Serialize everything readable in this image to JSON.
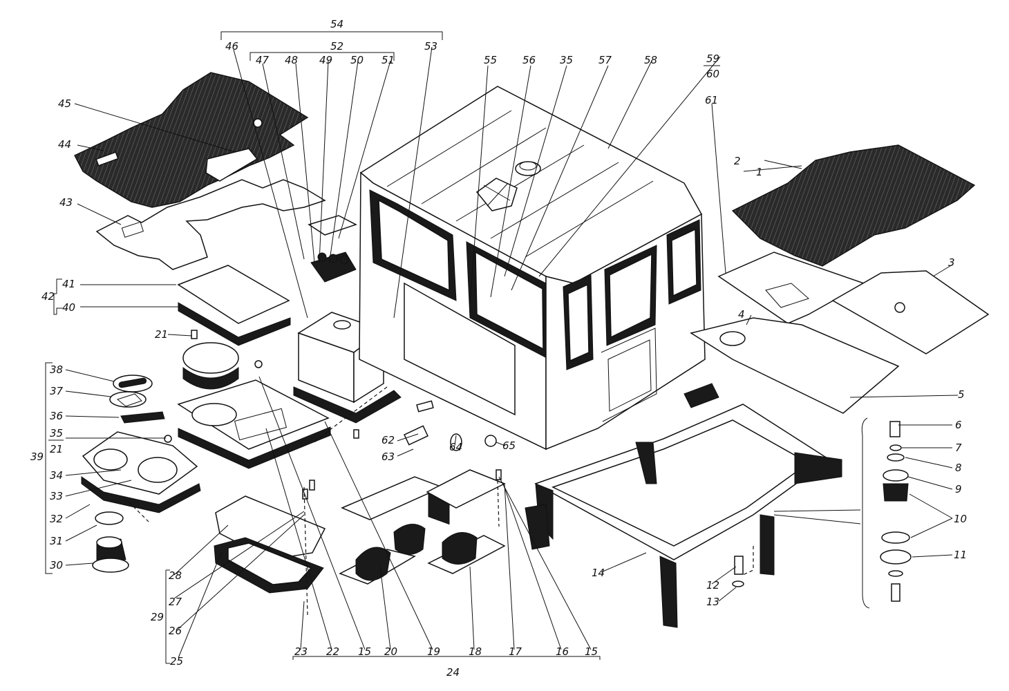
{
  "diagram": {
    "labels": {
      "l1": "1",
      "l2": "2",
      "l3": "3",
      "l4": "4",
      "l5": "5",
      "l6": "6",
      "l7": "7",
      "l8": "8",
      "l9": "9",
      "l10": "10",
      "l11": "11",
      "l12": "12",
      "l13": "13",
      "l14": "14",
      "l15": "15",
      "l16": "16",
      "l17": "17",
      "l18": "18",
      "l19": "19",
      "l20": "20",
      "l21": "21",
      "l21b": "21",
      "l22": "22",
      "l23": "23",
      "l24": "24",
      "l25": "25",
      "l26": "26",
      "l27": "27",
      "l28": "28",
      "l29": "29",
      "l30": "30",
      "l31": "31",
      "l32": "32",
      "l33": "33",
      "l34": "34",
      "l35": "35",
      "l35b": "35",
      "l36": "36",
      "l37": "37",
      "l38": "38",
      "l39": "39",
      "l40": "40",
      "l41": "41",
      "l42": "42",
      "l43": "43",
      "l44": "44",
      "l45": "45",
      "l46": "46",
      "l47": "47",
      "l48": "48",
      "l49": "49",
      "l50": "50",
      "l51": "51",
      "l52": "52",
      "l53": "53",
      "l54": "54",
      "l55": "55",
      "l56": "56",
      "l57": "57",
      "l58": "58",
      "l59": "59",
      "l60": "60",
      "l61": "61",
      "l62": "62",
      "l63": "63",
      "l64": "64",
      "l65": "65",
      "l15b": "15"
    }
  }
}
